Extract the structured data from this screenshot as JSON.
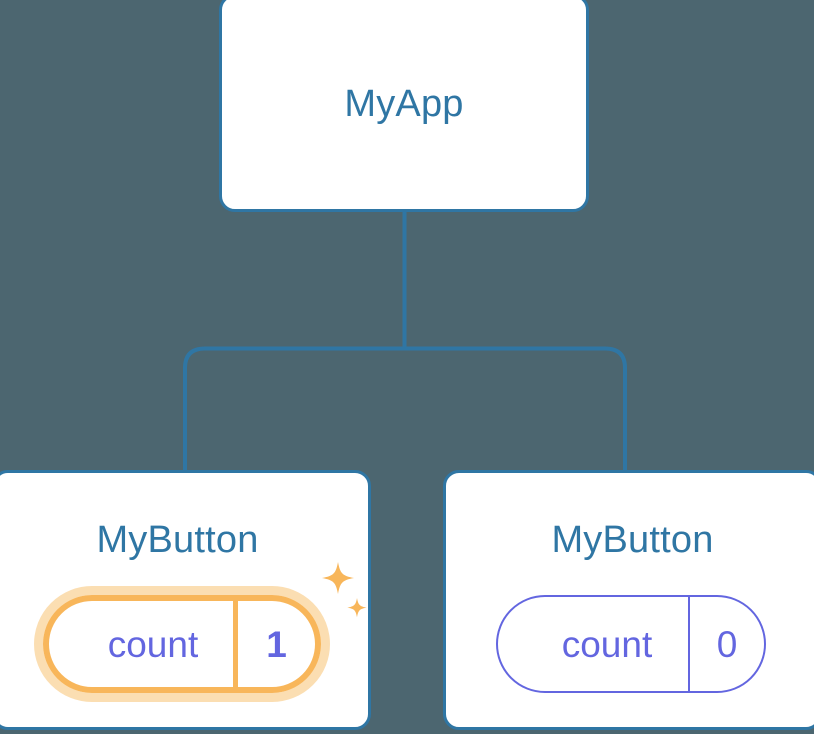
{
  "diagram": {
    "type": "component-tree",
    "background_color": "#4c6670",
    "node_border_color": "#2f76a4",
    "node_label_color": "#2f76a4",
    "connector_color": "#2f76a4",
    "state_color": "#6366e0",
    "highlight_color": "#f8b65a",
    "highlight_glow_color": "#fbdcae",
    "nodes": [
      {
        "id": "root",
        "label": "MyApp",
        "has_state": false
      },
      {
        "id": "child-left",
        "label": "MyButton",
        "has_state": true,
        "highlighted": true,
        "state": {
          "key": "count",
          "value": "1"
        },
        "sparkles": true
      },
      {
        "id": "child-right",
        "label": "MyButton",
        "has_state": true,
        "highlighted": false,
        "state": {
          "key": "count",
          "value": "0"
        },
        "sparkles": false
      }
    ],
    "edges": [
      {
        "from": "root",
        "to": "child-left"
      },
      {
        "from": "root",
        "to": "child-right"
      }
    ],
    "icons": {
      "sparkle_large": "sparkle-icon",
      "sparkle_small": "sparkle-small-icon"
    }
  }
}
